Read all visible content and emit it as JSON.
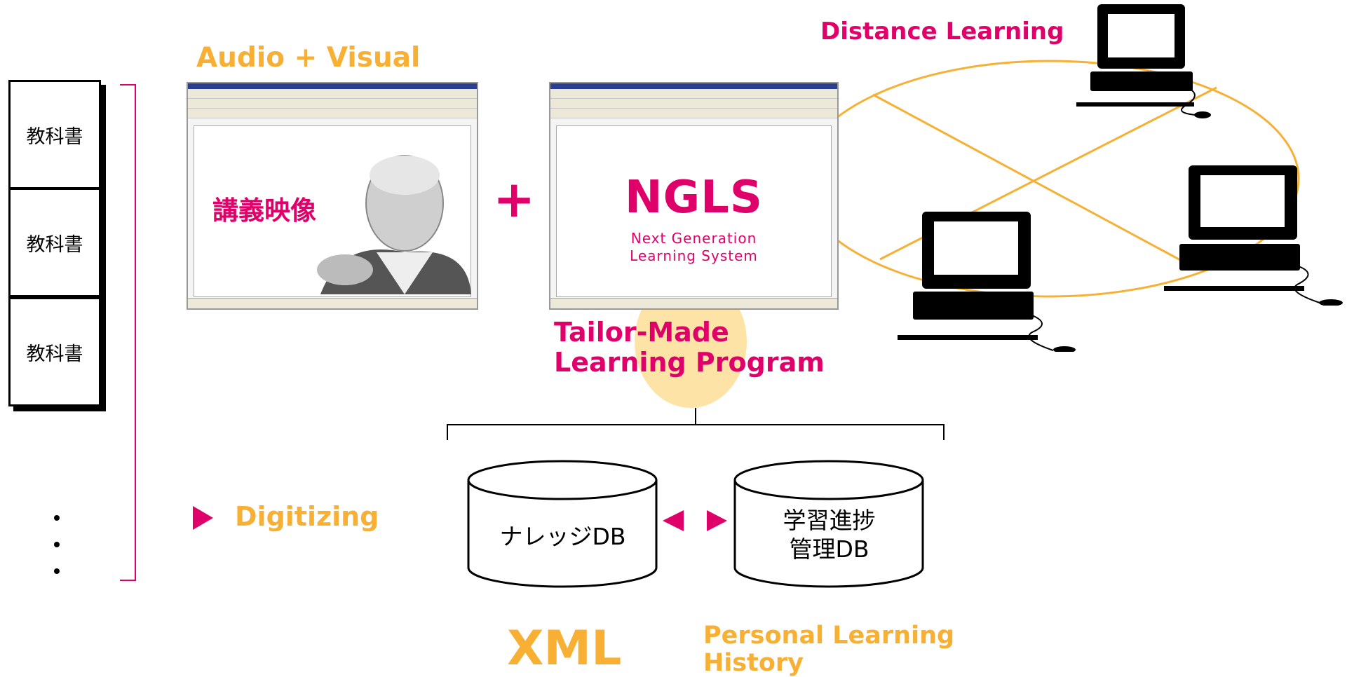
{
  "textbooks": [
    "教科書",
    "教科書",
    "教科書"
  ],
  "ellipsis": [
    "・",
    "・",
    "・"
  ],
  "labels": {
    "audio_visual": "Audio + Visual",
    "digitizing": "Digitizing",
    "distance_learning": "Distance Learning",
    "tailor_made_line1": "Tailor-Made",
    "tailor_made_line2": "Learning Program",
    "xml": "XML",
    "personal_history_line1": "Personal Learning",
    "personal_history_line2": "History",
    "plus": "+"
  },
  "video_screen": {
    "caption": "講義映像"
  },
  "ngls_screen": {
    "logo": "NGLS",
    "subtitle_line1": "Next Generation",
    "subtitle_line2": "Learning System"
  },
  "databases": {
    "knowledge": "ナレッジDB",
    "progress_line1": "学習進捗",
    "progress_line2": "管理DB"
  },
  "colors": {
    "magenta": "#e0006a",
    "orange": "#f7b034",
    "highlight": "#fde3a6",
    "black": "#000000"
  }
}
